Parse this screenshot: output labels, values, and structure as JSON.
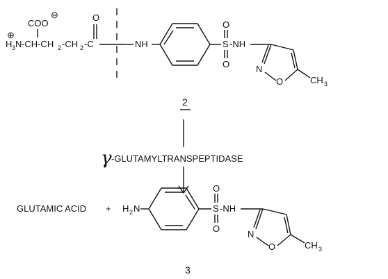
{
  "compound2": {
    "carboxylate": "COO",
    "carboxylate_charge": "⊖",
    "amine_prefix": "H",
    "amine_subscript": "3",
    "amine_suffix": "N",
    "amine_charge": "⊕",
    "chain": "-CH-CH",
    "chain_sub1": "2",
    "chain_mid": "-CH",
    "chain_sub2": "2",
    "chain_end": "-C",
    "carbonyl_o": "O",
    "nh": "NH",
    "sulfonyl_s": "S",
    "sulfonyl_o_top": "O",
    "sulfonyl_o_bottom": "O",
    "sulfonamide_nh": "-NH",
    "ring_n": "N",
    "ring_o": "O",
    "methyl": "CH",
    "methyl_sub": "3",
    "label": "2"
  },
  "enzyme": {
    "symbol": "γ",
    "name": "-GLUTAMYLTRANSPEPTIDASE"
  },
  "products": {
    "glutamic_acid": "GLUTAMIC ACID",
    "plus": "+",
    "amine_h": "H",
    "amine_sub": "2",
    "amine_n": "N",
    "sulfonyl_s": "S",
    "sulfonyl_o_top": "O",
    "sulfonyl_o_bottom": "O",
    "sulfonamide_nh": "-NH",
    "ring_n": "N",
    "ring_o": "O",
    "methyl": "CH",
    "methyl_sub": "3",
    "label": "3"
  }
}
